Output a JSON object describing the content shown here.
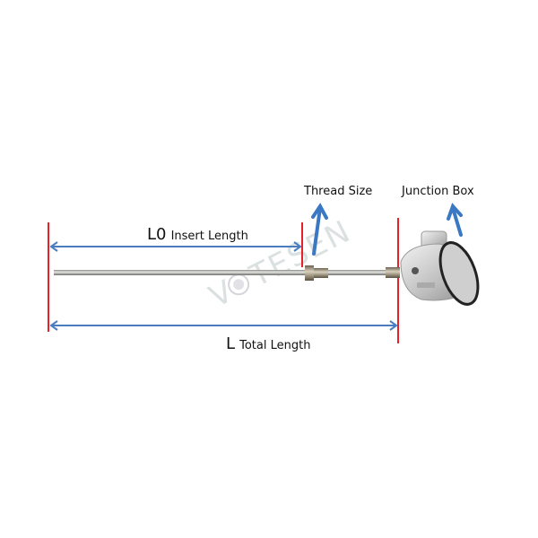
{
  "labels": {
    "thread_size": "Thread Size",
    "junction_box": "Junction Box",
    "insert_length_symbol": "L0",
    "insert_length": "Insert Length",
    "total_length_symbol": "L",
    "total_length": "Total Length"
  },
  "watermark": "VOTESEN",
  "colors": {
    "dimension_arrow": "#4a7cc0",
    "boundary_line": "#e8202a",
    "callout_arrow": "#3a78c4"
  }
}
